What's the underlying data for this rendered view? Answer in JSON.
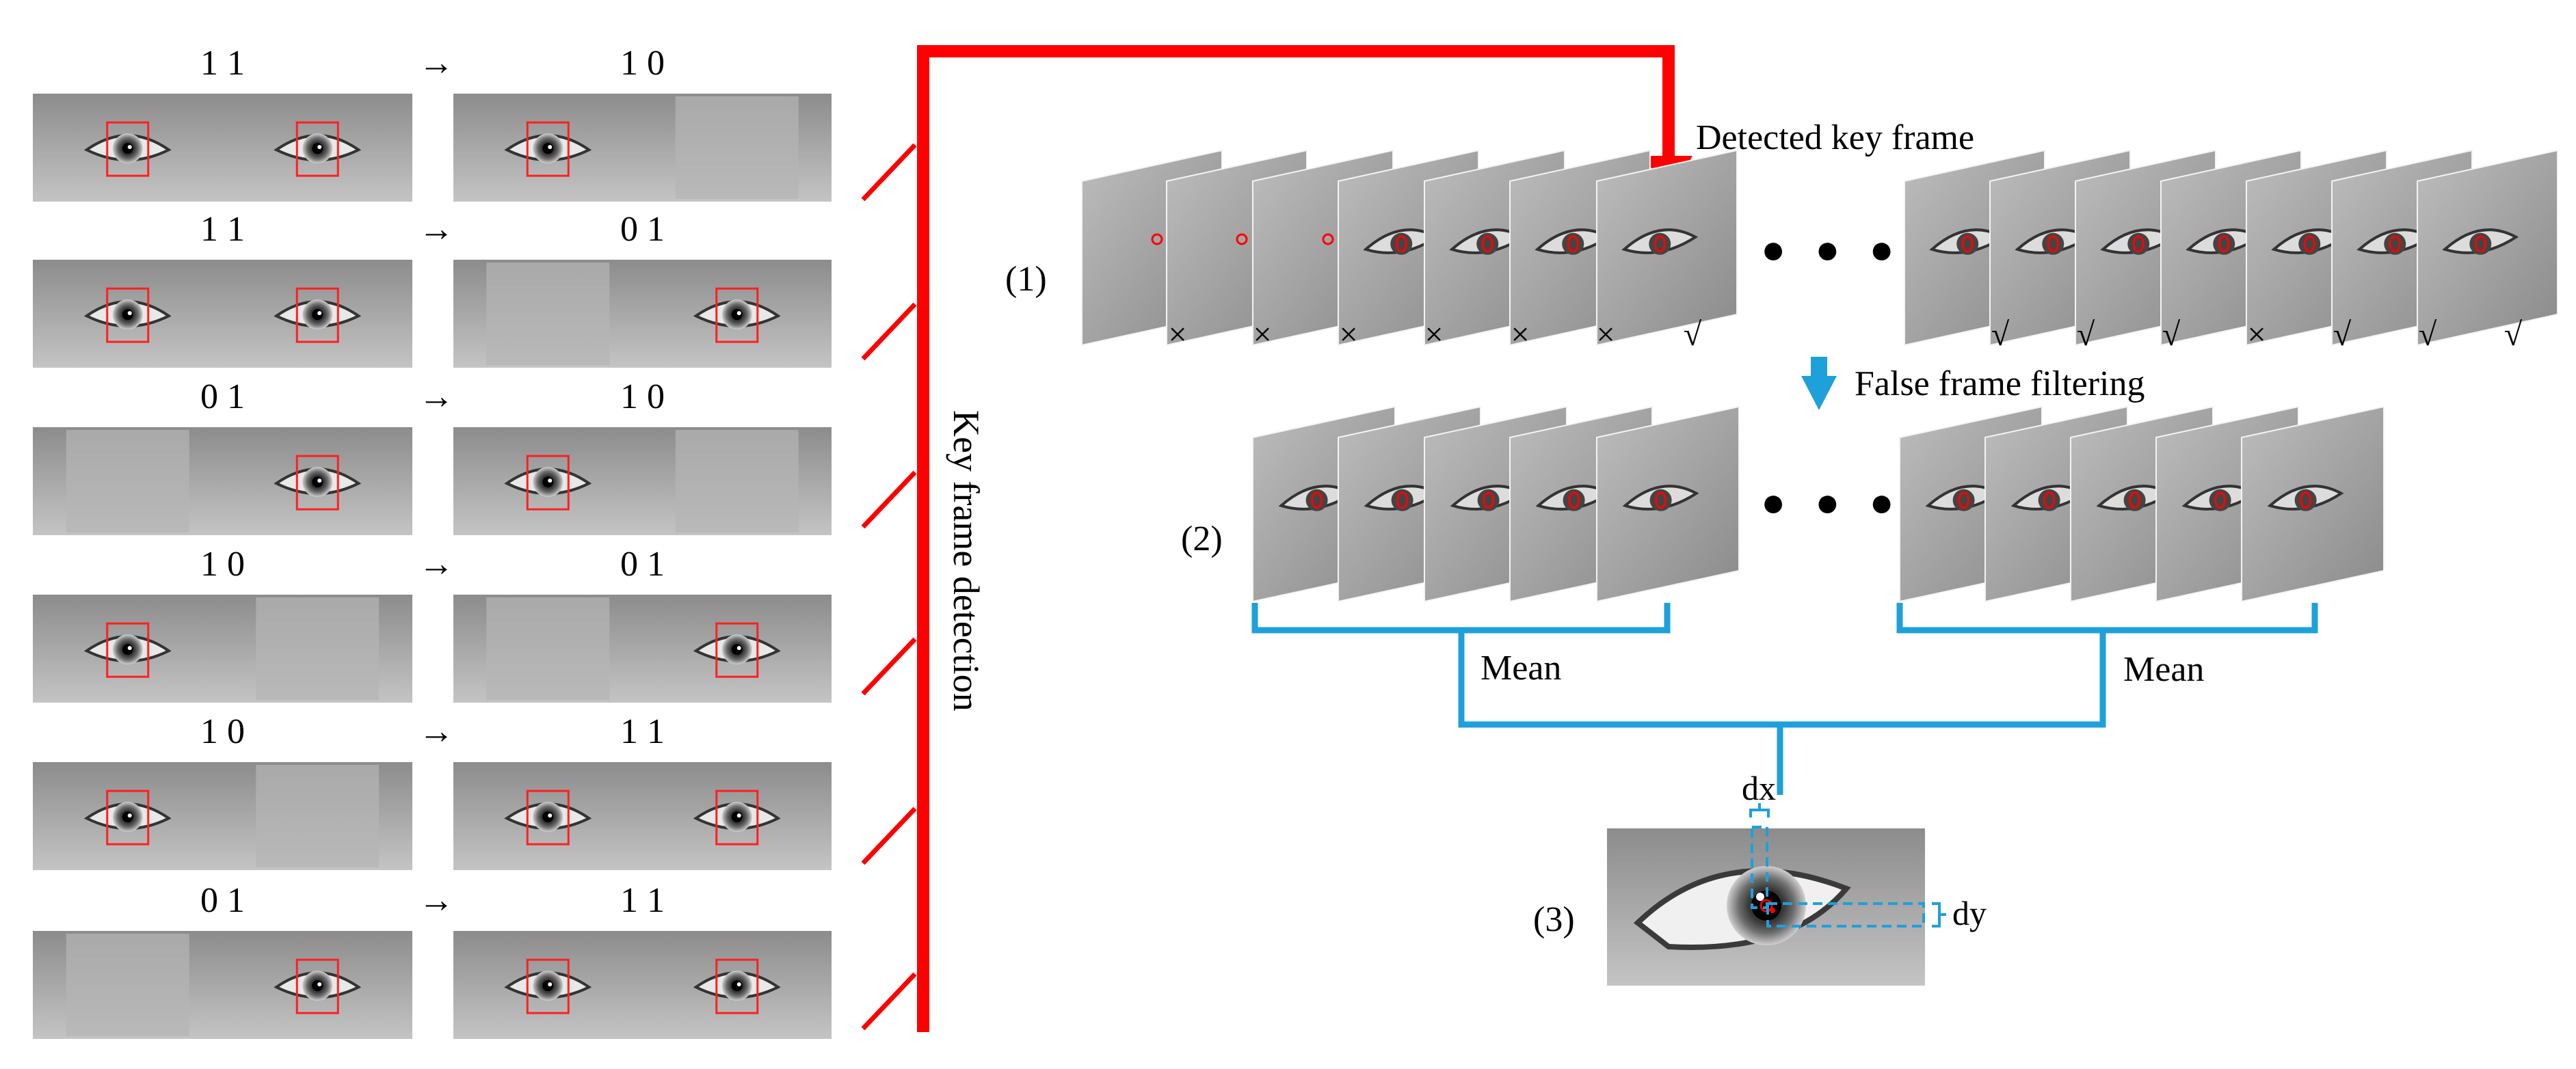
{
  "pairs": [
    {
      "left": "1 1",
      "right": "1 0",
      "arrow": "→"
    },
    {
      "left": "1 1",
      "right": "0 1",
      "arrow": "→"
    },
    {
      "left": "0 1",
      "right": "1 0",
      "arrow": "→"
    },
    {
      "left": "1 0",
      "right": "0 1",
      "arrow": "→"
    },
    {
      "left": "1 0",
      "right": "1 1",
      "arrow": "→"
    },
    {
      "left": "0 1",
      "right": "1 1",
      "arrow": "→"
    }
  ],
  "key_frame_label": "Key frame detection",
  "detected_label": "Detected key frame",
  "filter_label": "False frame filtering",
  "step1": "(1)",
  "step2": "(2)",
  "step3": "(3)",
  "mean_left": "Mean",
  "mean_right": "Mean",
  "dx": "dx",
  "dy": "dy",
  "dots": "● ● ●",
  "row1_marks_left": [
    "×",
    "×",
    "×",
    "×",
    "×",
    "×",
    "√"
  ],
  "row1_marks_right": [
    "√",
    "√",
    "√",
    "×",
    "√",
    "√",
    "√"
  ],
  "colors": {
    "red": "#ff0000",
    "blue": "#1ea0db",
    "gray": "#9a9a9a"
  }
}
